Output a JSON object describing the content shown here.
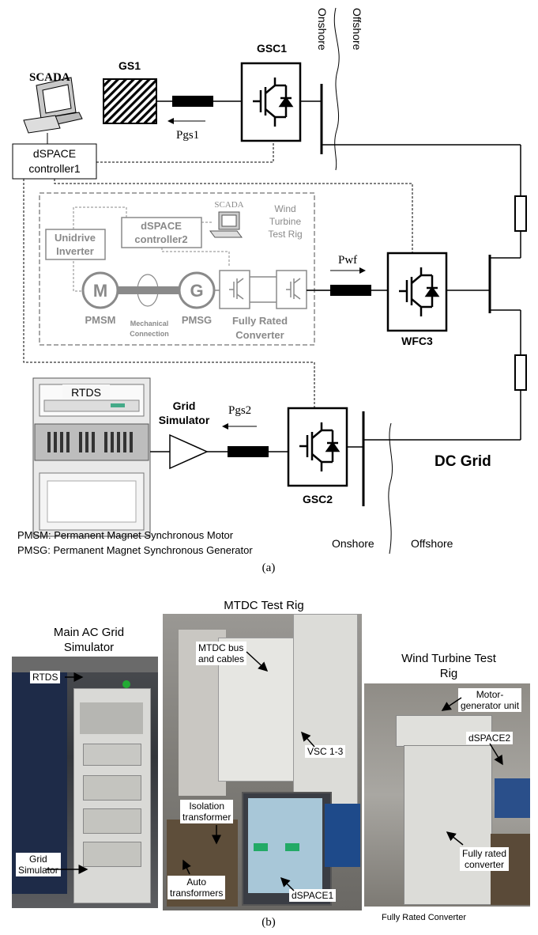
{
  "part_a": {
    "label": "(a)",
    "scada1": "SCADA",
    "dspace1": [
      "dSPACE",
      "controller1"
    ],
    "gs1": "GS1",
    "gsc1": "GSC1",
    "pgs1": "Pgs1",
    "onshore_top": "Onshore",
    "offshore_top": "Offshore",
    "scada2": "SCADA",
    "wind_rig": [
      "Wind",
      "Turbine",
      "Test Rig"
    ],
    "unidrive": [
      "Unidrive",
      "Inverter"
    ],
    "dspace2": [
      "dSPACE",
      "controller2"
    ],
    "pmsm": "PMSM",
    "pmsg": "PMSG",
    "motor_letter": "M",
    "gen_letter": "G",
    "mech": [
      "Mechanical",
      "Connection"
    ],
    "frc": [
      "Fully Rated",
      "Converter"
    ],
    "pwf": "Pwf",
    "wfc3": "WFC3",
    "rtds": "RTDS",
    "grid_sim": [
      "Grid",
      "Simulator"
    ],
    "pgs2": "Pgs2",
    "gsc2": "GSC2",
    "dc_grid": "DC Grid",
    "onshore_bot": "Onshore",
    "offshore_bot": "Offshore",
    "legend1": "PMSM: Permanent Magnet Synchronous Motor",
    "legend2": "PMSG: Permanent Magnet Synchronous Generator"
  },
  "part_b": {
    "label": "(b)",
    "photo1": {
      "title": [
        "Main AC Grid",
        "Simulator"
      ],
      "rtds": "RTDS",
      "grid_sim": [
        "Grid",
        "Simulator"
      ]
    },
    "photo2": {
      "title": "MTDC Test Rig",
      "bus": [
        "MTDC bus",
        "and cables"
      ],
      "vsc": "VSC 1-3",
      "iso": [
        "Isolation",
        "transformer"
      ],
      "auto": [
        "Auto",
        "transformers"
      ],
      "dspace1": "dSPACE1"
    },
    "photo3": {
      "title": [
        "Wind Turbine Test",
        "Rig"
      ],
      "motor": [
        "Motor-",
        "generator unit"
      ],
      "dspace2": "dSPACE2",
      "frc": [
        "Fully rated",
        "converter"
      ],
      "caption": "Fully Rated Converter"
    }
  },
  "colors": {
    "line": "#000000",
    "grey": "#8a8a8a"
  }
}
